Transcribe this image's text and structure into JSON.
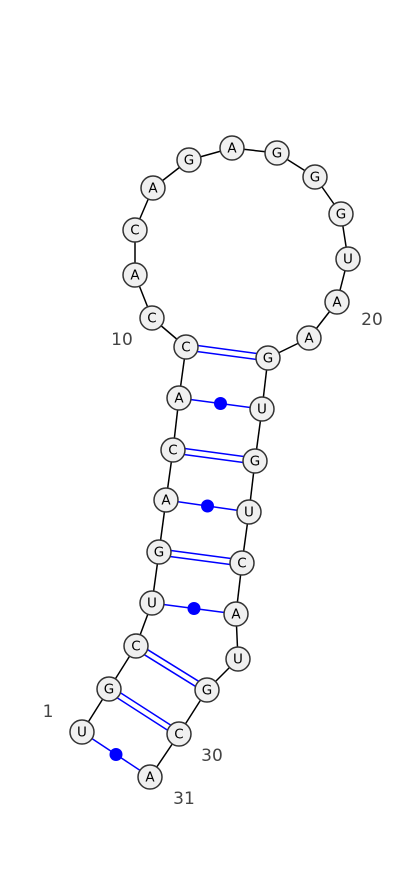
{
  "colors": {
    "pair": "#0000ff",
    "backbone": "#000000",
    "node_fill": "#f0f0f0",
    "node_stroke": "#333333",
    "label": "#444444"
  },
  "sequence": [
    "U",
    "G",
    "C",
    "U",
    "G",
    "A",
    "C",
    "A",
    "C",
    "C",
    "A",
    "C",
    "A",
    "G",
    "A",
    "G",
    "G",
    "G",
    "U",
    "A",
    "A",
    "G",
    "U",
    "G",
    "U",
    "C",
    "A",
    "U",
    "G",
    "C",
    "A"
  ],
  "pairs": [
    {
      "i": 1,
      "j": 31,
      "type": "wobble"
    },
    {
      "i": 2,
      "j": 30,
      "type": "canonical"
    },
    {
      "i": 3,
      "j": 29,
      "type": "canonical"
    },
    {
      "i": 4,
      "j": 27,
      "type": "wobble"
    },
    {
      "i": 5,
      "j": 26,
      "type": "canonical"
    },
    {
      "i": 6,
      "j": 25,
      "type": "wobble"
    },
    {
      "i": 7,
      "j": 24,
      "type": "canonical"
    },
    {
      "i": 8,
      "j": 23,
      "type": "wobble"
    },
    {
      "i": 9,
      "j": 22,
      "type": "canonical"
    }
  ],
  "position_labels": [
    {
      "pos": 1,
      "text": "1"
    },
    {
      "pos": 10,
      "text": "10"
    },
    {
      "pos": 20,
      "text": "20"
    },
    {
      "pos": 30,
      "text": "30"
    },
    {
      "pos": 31,
      "text": "31"
    }
  ]
}
